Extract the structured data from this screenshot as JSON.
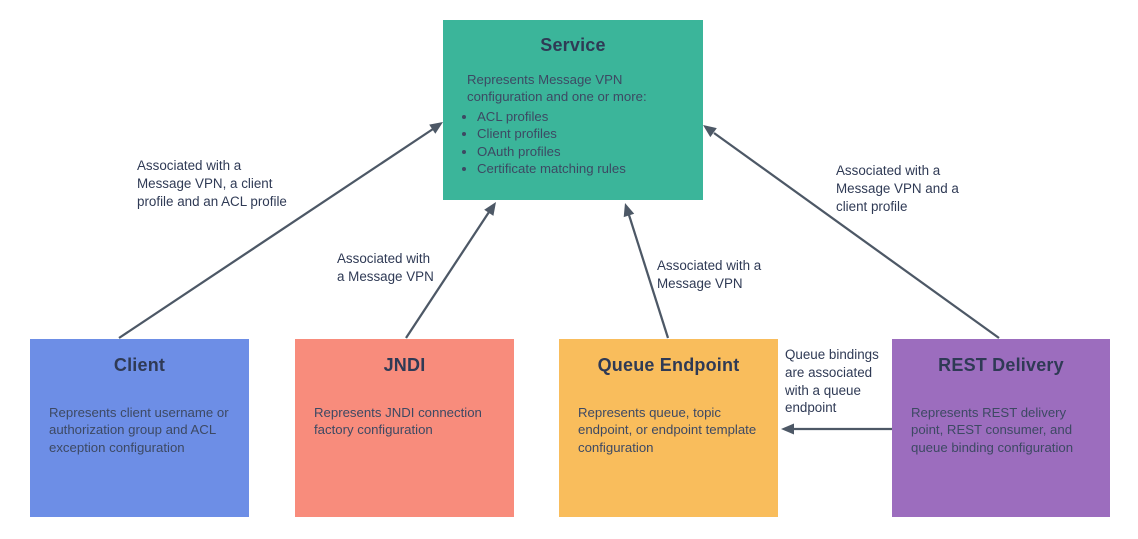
{
  "colors": {
    "service_fill": "#3BB59A",
    "client_fill": "#6D8EE6",
    "jndi_fill": "#F88C7C",
    "queue_endpoint_fill": "#F9BD5C",
    "rest_delivery_fill": "#9C6DBE",
    "title_text": "#2F3A55",
    "body_text": "#3D4963",
    "arrow": "#4D5866"
  },
  "nodes": {
    "service": {
      "title": "Service",
      "description": "Represents Message VPN configuration and one or more:",
      "bullets": [
        "ACL profiles",
        "Client profiles",
        "OAuth profiles",
        "Certificate matching rules"
      ]
    },
    "client": {
      "title": "Client",
      "description": "Represents client username or authorization group and ACL exception configuration"
    },
    "jndi": {
      "title": "JNDI",
      "description": "Represents JNDI connection factory configuration"
    },
    "queue_endpoint": {
      "title": "Queue Endpoint",
      "description": "Represents queue, topic endpoint, or endpoint template configuration"
    },
    "rest_delivery": {
      "title": "REST Delivery",
      "description": "Represents REST delivery point, REST consumer, and queue binding configuration"
    }
  },
  "edges": {
    "client_to_service": {
      "label": "Associated with a\nMessage VPN, a client\nprofile and an ACL profile"
    },
    "jndi_to_service": {
      "label": "Associated with\na Message VPN"
    },
    "queue_endpoint_to_service": {
      "label": "Associated with a\nMessage VPN"
    },
    "rest_delivery_to_service": {
      "label": "Associated with a\nMessage VPN and a\nclient profile"
    },
    "rest_delivery_to_queue_endpoint": {
      "label": "Queue bindings\nare associated\nwith a queue\nendpoint"
    }
  }
}
